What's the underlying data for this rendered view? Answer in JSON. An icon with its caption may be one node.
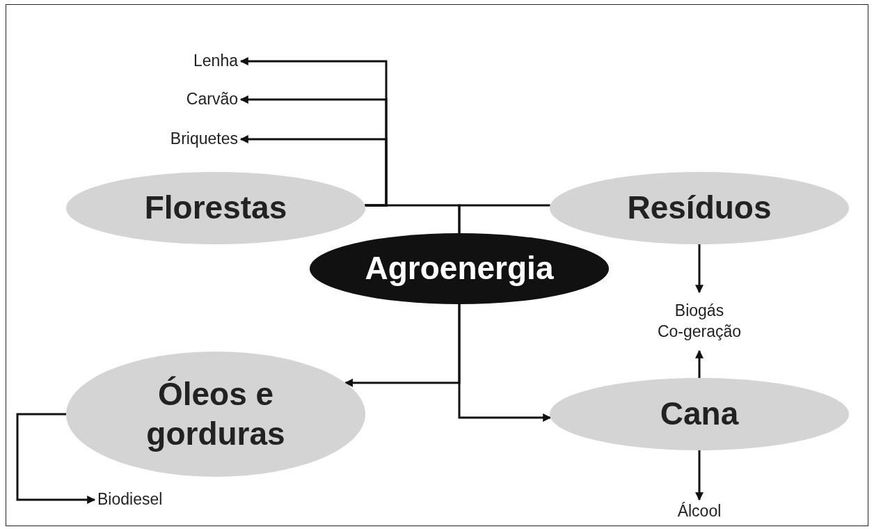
{
  "diagram": {
    "nodes": [
      {
        "text": [
          "Lenha"
        ]
      },
      {
        "text": [
          "Carvão"
        ]
      },
      {
        "text": [
          "Briquetes"
        ]
      },
      {
        "text": [
          "Florestas"
        ]
      },
      {
        "text": [
          "Resíduos"
        ]
      },
      {
        "text": [
          "Agroenergia"
        ]
      },
      {
        "text": [
          "Biogás",
          "Co-geração"
        ]
      },
      {
        "text": [
          "Óleos e gorduras"
        ]
      },
      {
        "text": [
          "Cana"
        ]
      },
      {
        "text": [
          "Biodiesel"
        ]
      },
      {
        "text": [
          "Álcool"
        ]
      }
    ],
    "edges": [
      {
        "from": 5,
        "to": 3,
        "arrow": "none"
      },
      {
        "from": 5,
        "to": 4,
        "arrow": "none"
      },
      {
        "from": 3,
        "to": 0,
        "arrow": "to"
      },
      {
        "from": 3,
        "to": 1,
        "arrow": "to"
      },
      {
        "from": 3,
        "to": 2,
        "arrow": "to"
      },
      {
        "from": 4,
        "to": 6,
        "arrow": "to"
      },
      {
        "from": 8,
        "to": 6,
        "arrow": "to"
      },
      {
        "from": 8,
        "to": 10,
        "arrow": "to"
      },
      {
        "from": 5,
        "to": 7,
        "arrow": "to"
      },
      {
        "from": 5,
        "to": 8,
        "arrow": "to"
      },
      {
        "from": 7,
        "to": 9,
        "arrow": "to"
      }
    ]
  }
}
